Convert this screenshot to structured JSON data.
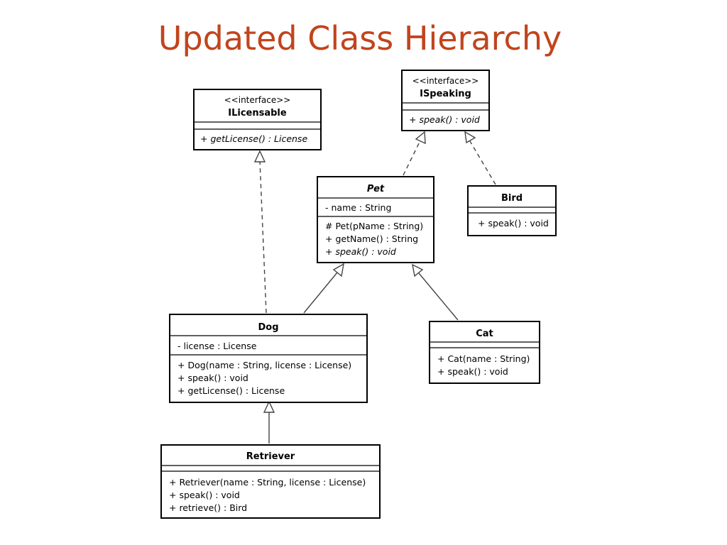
{
  "title": "Updated Class Hierarchy",
  "classes": {
    "ilicensable": {
      "stereotype": "<<interface>>",
      "name": "ILicensable",
      "attributes": [],
      "operations": [
        {
          "text": "+ getLicense() : License",
          "abstract": true
        }
      ]
    },
    "ispeaking": {
      "stereotype": "<<interface>>",
      "name": "ISpeaking",
      "attributes": [],
      "operations": [
        {
          "text": "+ speak() : void",
          "abstract": true
        }
      ]
    },
    "pet": {
      "name": "Pet",
      "abstract": true,
      "attributes": [
        {
          "text": "- name : String"
        }
      ],
      "operations": [
        {
          "text": "# Pet(pName : String)"
        },
        {
          "text": "+ getName() : String"
        },
        {
          "text": "+ speak() : void",
          "abstract": true
        }
      ]
    },
    "bird": {
      "name": "Bird",
      "attributes": [],
      "operations": [
        {
          "text": "+ speak() : void"
        }
      ]
    },
    "dog": {
      "name": "Dog",
      "attributes": [
        {
          "text": "- license : License"
        }
      ],
      "operations": [
        {
          "text": "+ Dog(name : String, license : License)"
        },
        {
          "text": "+ speak() : void"
        },
        {
          "text": "+ getLicense() : License"
        }
      ]
    },
    "cat": {
      "name": "Cat",
      "attributes": [],
      "operations": [
        {
          "text": "+ Cat(name : String)"
        },
        {
          "text": "+ speak() : void"
        }
      ]
    },
    "retriever": {
      "name": "Retriever",
      "attributes": [],
      "operations": [
        {
          "text": "+ Retriever(name : String, license : License)"
        },
        {
          "text": "+ speak() : void"
        },
        {
          "text": "+ retrieve() : Bird"
        }
      ]
    }
  },
  "relationships": [
    {
      "from": "dog",
      "to": "ilicensable",
      "kind": "realization"
    },
    {
      "from": "pet",
      "to": "ispeaking",
      "kind": "realization"
    },
    {
      "from": "bird",
      "to": "ispeaking",
      "kind": "realization"
    },
    {
      "from": "dog",
      "to": "pet",
      "kind": "generalization"
    },
    {
      "from": "cat",
      "to": "pet",
      "kind": "generalization"
    },
    {
      "from": "retriever",
      "to": "dog",
      "kind": "generalization"
    }
  ]
}
